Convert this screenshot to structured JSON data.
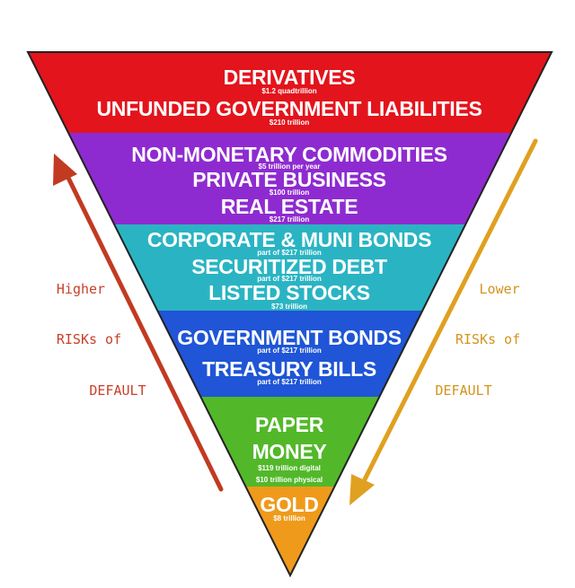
{
  "colors": {
    "band1": "#e3141c",
    "band2": "#8e2bd0",
    "band3": "#2ab4c3",
    "band4": "#1f55d6",
    "band5": "#52b82a",
    "band6": "#ef9a1b",
    "left_arrow": "#c23a22",
    "right_arrow": "#e0a020",
    "left_text": "#c9402a",
    "right_text": "#d4941c"
  },
  "bands": [
    {
      "items": [
        {
          "label": "DERIVATIVES",
          "value": "$1.2 quadtrillion"
        },
        {
          "label": "UNFUNDED GOVERNMENT LIABILITIES",
          "value": "$210 trillion"
        }
      ]
    },
    {
      "items": [
        {
          "label": "NON-MONETARY COMMODITIES",
          "value": "$5 trillion per year"
        },
        {
          "label": "PRIVATE BUSINESS",
          "value": "$100 trillion"
        },
        {
          "label": "REAL ESTATE",
          "value": "$217 trillion"
        }
      ]
    },
    {
      "items": [
        {
          "label": "CORPORATE & MUNI BONDS",
          "value": "part of $217 trillion"
        },
        {
          "label": "SECURITIZED DEBT",
          "value": "part of $217 trillion"
        },
        {
          "label": "LISTED STOCKS",
          "value": "$73 trillion"
        }
      ]
    },
    {
      "items": [
        {
          "label": "GOVERNMENT BONDS",
          "value": "part of $217 trillion"
        },
        {
          "label": "TREASURY BILLS",
          "value": "part of $217 trillion"
        }
      ]
    },
    {
      "items": [
        {
          "label": "PAPER",
          "value": ""
        },
        {
          "label": "MONEY",
          "value": "$119 trillion digital"
        },
        {
          "label": "",
          "value": "$10 trillion physical"
        }
      ]
    },
    {
      "items": [
        {
          "label": "GOLD",
          "value": "$8 trillion"
        }
      ]
    }
  ],
  "left_note": [
    "Higher",
    "RISKs of",
    "DEFAULT"
  ],
  "right_note": [
    "Lower",
    "RISKs of",
    "DEFAULT"
  ]
}
